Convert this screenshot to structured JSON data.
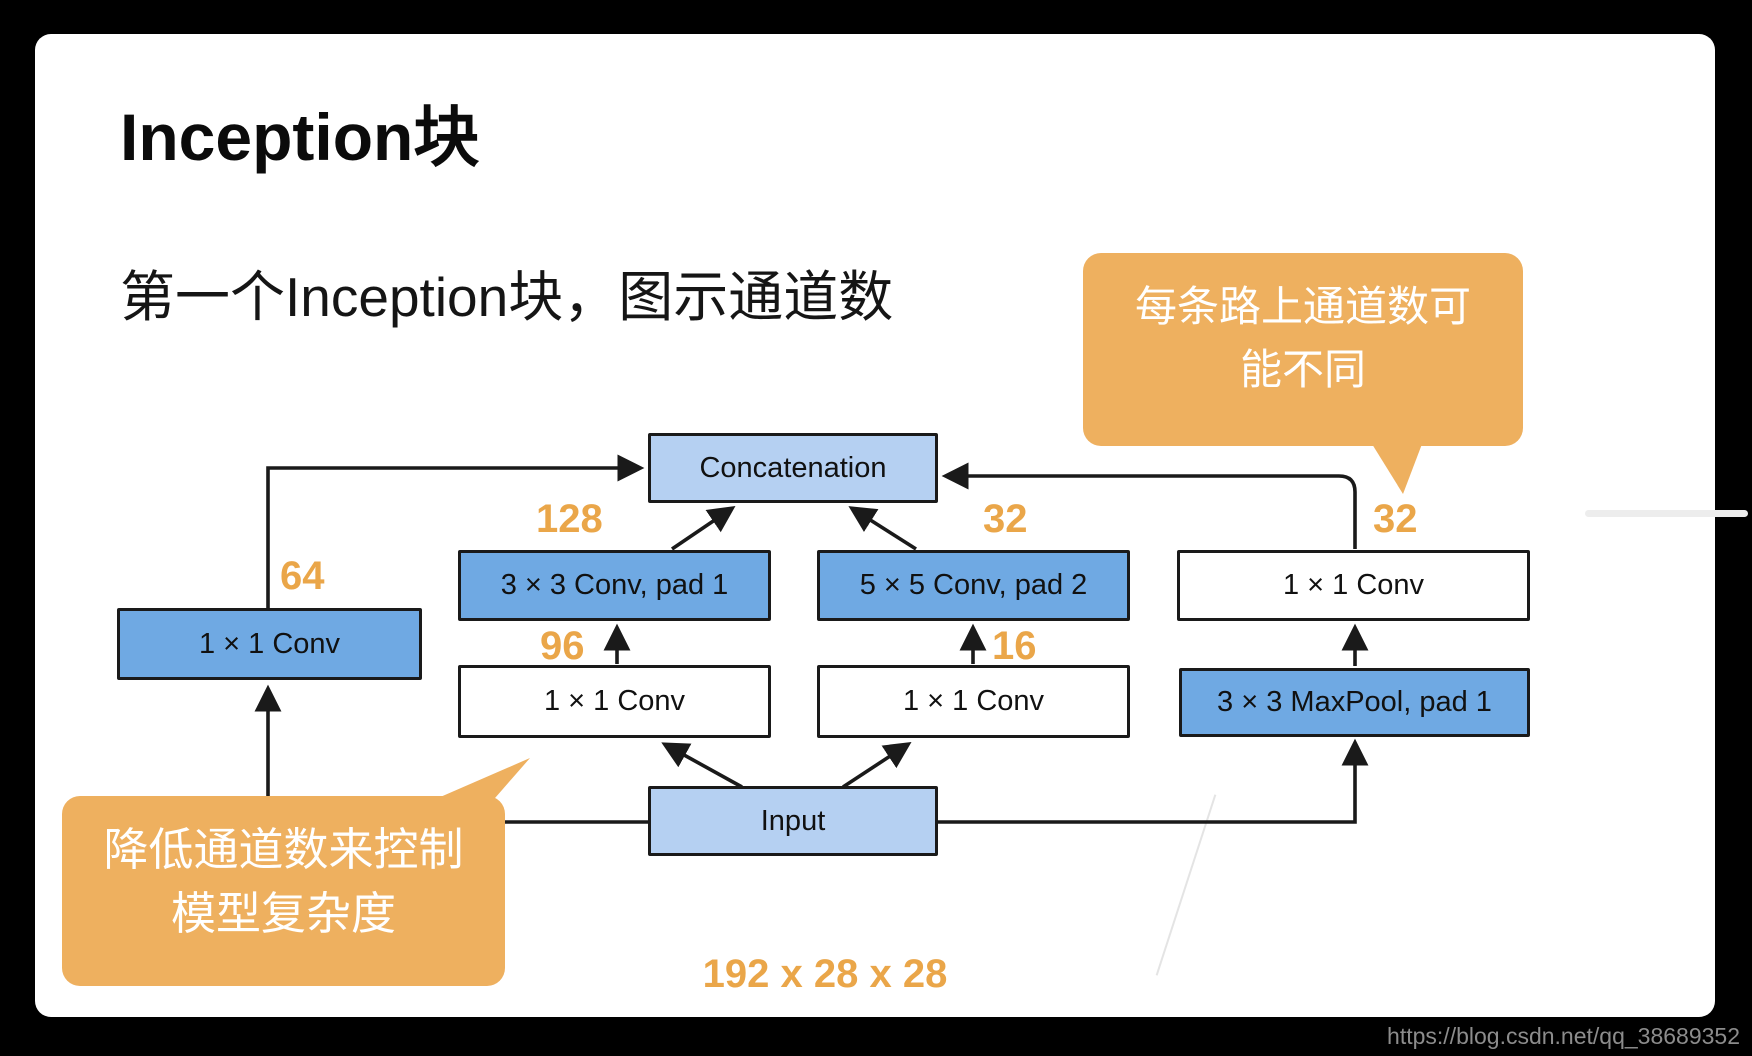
{
  "page": {
    "watermark": "https://blog.csdn.net/qq_38689352"
  },
  "slide": {
    "title": "Inception块",
    "subtitle": "第一个Inception块，图示通道数",
    "input_dimension": "192 x 28 x 28"
  },
  "callouts": {
    "top_right": {
      "line1": "每条路上通道数可",
      "line2": "能不同"
    },
    "bottom_left": {
      "line1": "降低通道数来控制",
      "line2": "模型复杂度"
    }
  },
  "nodes": {
    "concatenation": {
      "label": "Concatenation"
    },
    "conv3": {
      "label": "3 × 3 Conv, pad 1",
      "out_channels": "128",
      "in_channels": "96"
    },
    "conv5": {
      "label": "5 × 5 Conv, pad 2",
      "out_channels": "32",
      "in_channels": "16"
    },
    "right_conv1": {
      "label": "1 × 1 Conv",
      "out_channels": "32"
    },
    "left_conv1": {
      "label": "1 × 1 Conv",
      "out_channels": "64"
    },
    "mid_left_conv1": {
      "label": "1 × 1 Conv"
    },
    "mid_right_conv1": {
      "label": "1 × 1 Conv"
    },
    "maxpool": {
      "label": "3 × 3 MaxPool, pad 1"
    },
    "input": {
      "label": "Input"
    }
  },
  "colors": {
    "callout_orange": "#EEB05F",
    "number_orange": "#EAA649",
    "conv_box_blue": "#6FA9E3",
    "io_box_light_blue": "#B5D0F2",
    "box_border": "#1a1a1a"
  }
}
